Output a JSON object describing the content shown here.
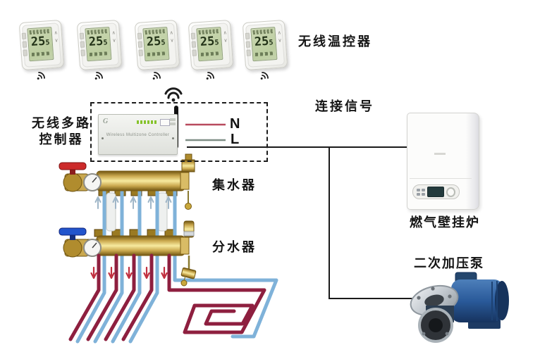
{
  "labels": {
    "thermostats": "无线温控器",
    "signal": "连接信号",
    "controller_line1": "无线多路",
    "controller_line2": "控制器",
    "collector": "集水器",
    "distributor": "分水器",
    "boiler": "燃气壁挂炉",
    "pump": "二次加压泵",
    "wire_neutral": "N",
    "wire_live": "L"
  },
  "thermostat": {
    "count": 5,
    "lcd_value_main": "25",
    "lcd_value_decimal": "5",
    "up_glyph": "∧",
    "down_glyph": "∨"
  },
  "controller": {
    "logo": "G",
    "title": "Wireless Multizone Controller"
  },
  "colors": {
    "neutral_wire": "#b84a5e",
    "live_wire": "#7e8e85",
    "signal_wire": "#1a1a1a",
    "supply_pipe_red": "#8e1f3f",
    "return_pipe_blue": "#7fb2d9",
    "brass": "#c9a84e",
    "valve_red": "#cc2a2a",
    "valve_blue": "#2255cc",
    "pump_blue": "#2a5a9a",
    "lcd_green": "#c5d2ae"
  },
  "icons": {
    "thermostat_signal": "wifi-signal-icon",
    "controller_wifi": "wifi-icon",
    "controller_antenna": "antenna-icon"
  }
}
